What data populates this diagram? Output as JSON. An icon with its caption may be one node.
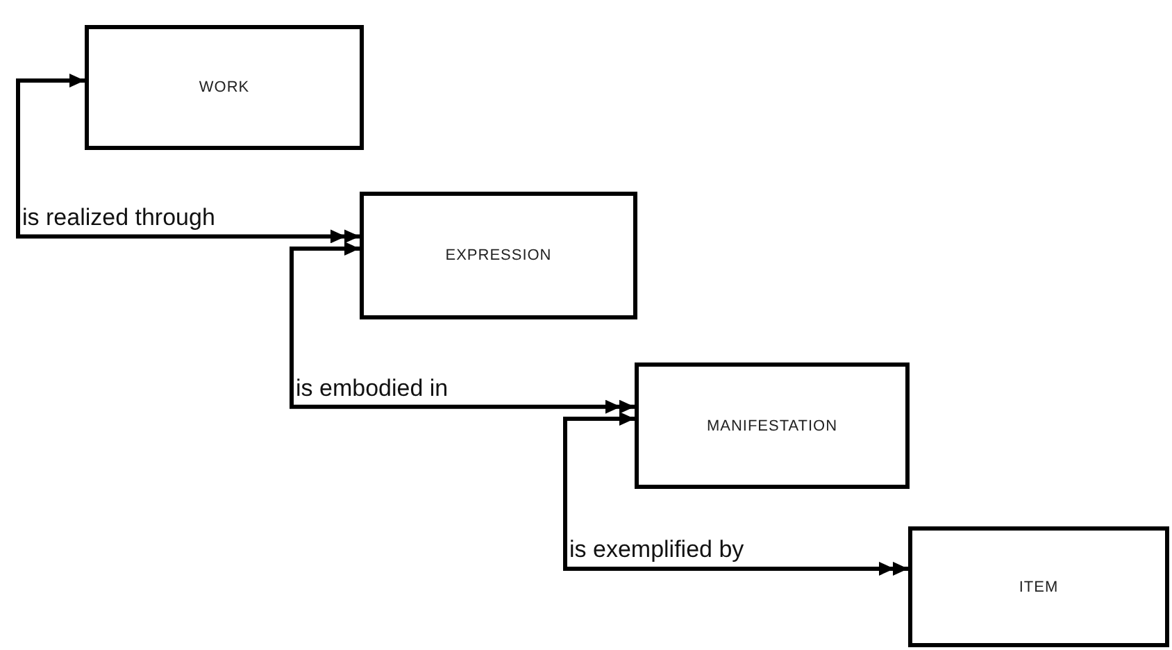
{
  "diagram": {
    "nodes": [
      {
        "text": [
          "WORK"
        ]
      },
      {
        "text": [
          "EXPRESSION"
        ]
      },
      {
        "text": [
          "MANIFESTATION"
        ]
      },
      {
        "text": [
          "ITEM"
        ]
      }
    ],
    "edges": [
      {
        "from": 0,
        "to": 1,
        "arrow": "both",
        "label": "is realized through"
      },
      {
        "from": 1,
        "to": 2,
        "arrow": "both",
        "label": "is embodied in"
      },
      {
        "from": 2,
        "to": 3,
        "arrow": "both",
        "label": "is exemplified by"
      }
    ]
  }
}
